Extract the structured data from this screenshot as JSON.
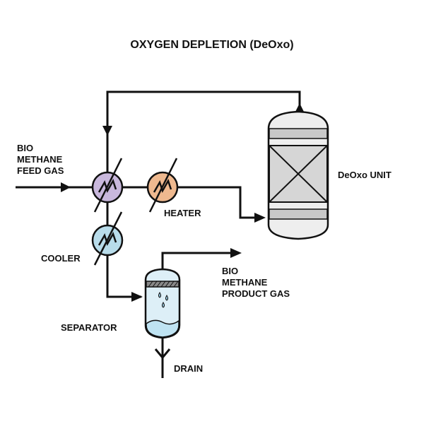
{
  "diagram": {
    "title": "OXYGEN DEPLETION (DeOxo)",
    "feed_label": [
      "BIO",
      "METHANE",
      "FEED GAS"
    ],
    "heater_label": "HEATER",
    "cooler_label": "COOLER",
    "deoxo_label": "DeOxo UNIT",
    "separator_label": "SEPARATOR",
    "product_label": [
      "BIO",
      "METHANE",
      "PRODUCT GAS"
    ],
    "drain_label": "DRAIN",
    "colors": {
      "line": "#111111",
      "exchanger_purple": "#c9b8dd",
      "heater_orange": "#efb98f",
      "cooler_blue": "#b8dcea",
      "vessel_light": "#eeeeee",
      "vessel_mid": "#c8c8c8",
      "separator_water": "#bfe3f2"
    }
  }
}
